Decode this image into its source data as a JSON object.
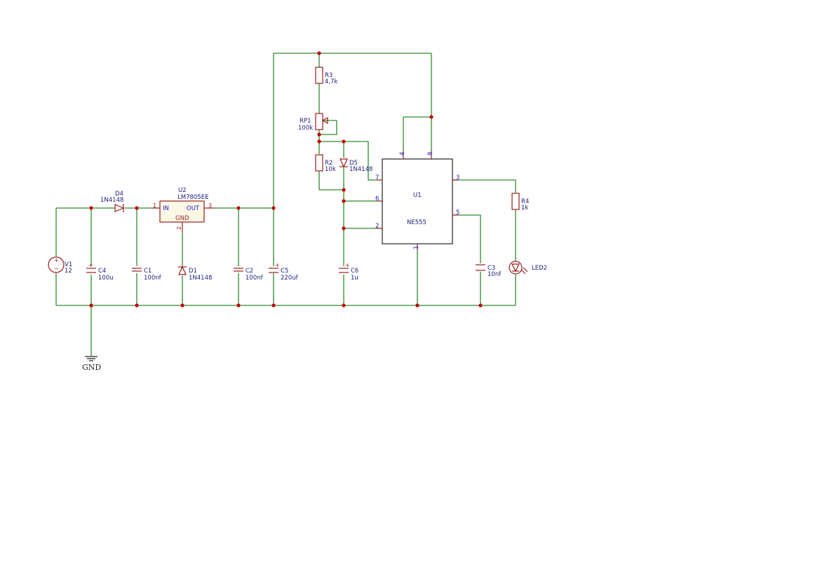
{
  "components": {
    "v1": {
      "ref": "V1",
      "value": "12"
    },
    "d4": {
      "ref": "D4",
      "value": "1N4148"
    },
    "c4": {
      "ref": "C4",
      "value": "100u"
    },
    "c1": {
      "ref": "C1",
      "value": "100nf"
    },
    "u2": {
      "ref": "U2",
      "value": "LM7805EE",
      "pin_in": "IN",
      "pin_out": "OUT",
      "pin_gnd": "GND",
      "pin1": "1",
      "pin2": "2",
      "pin3": "3"
    },
    "d1": {
      "ref": "D1",
      "value": "1N4148"
    },
    "c2": {
      "ref": "C2",
      "value": "100nf"
    },
    "c5": {
      "ref": "C5",
      "value": "220uf"
    },
    "r3": {
      "ref": "R3",
      "value": "4,7k"
    },
    "rp1": {
      "ref": "RP1",
      "value": "100k"
    },
    "r2": {
      "ref": "R2",
      "value": "10k"
    },
    "d5": {
      "ref": "D5",
      "value": "1N4148"
    },
    "c6": {
      "ref": "C6",
      "value": "1u"
    },
    "u1": {
      "ref": "U1",
      "value": "NE555",
      "p1": "1",
      "p2": "2",
      "p3": "3",
      "p4": "4",
      "p5": "5",
      "p6": "6",
      "p7": "7",
      "p8": "8"
    },
    "c3": {
      "ref": "C3",
      "value": "10nf"
    },
    "r4": {
      "ref": "R4",
      "value": "1k"
    },
    "led2": {
      "ref": "LED2"
    },
    "gnd": {
      "label": "GND"
    }
  },
  "colors": {
    "wire": "#2e8b2e",
    "symbol": "#9c1a1a",
    "junction": "#c00000",
    "text": "#1a1a7a"
  }
}
